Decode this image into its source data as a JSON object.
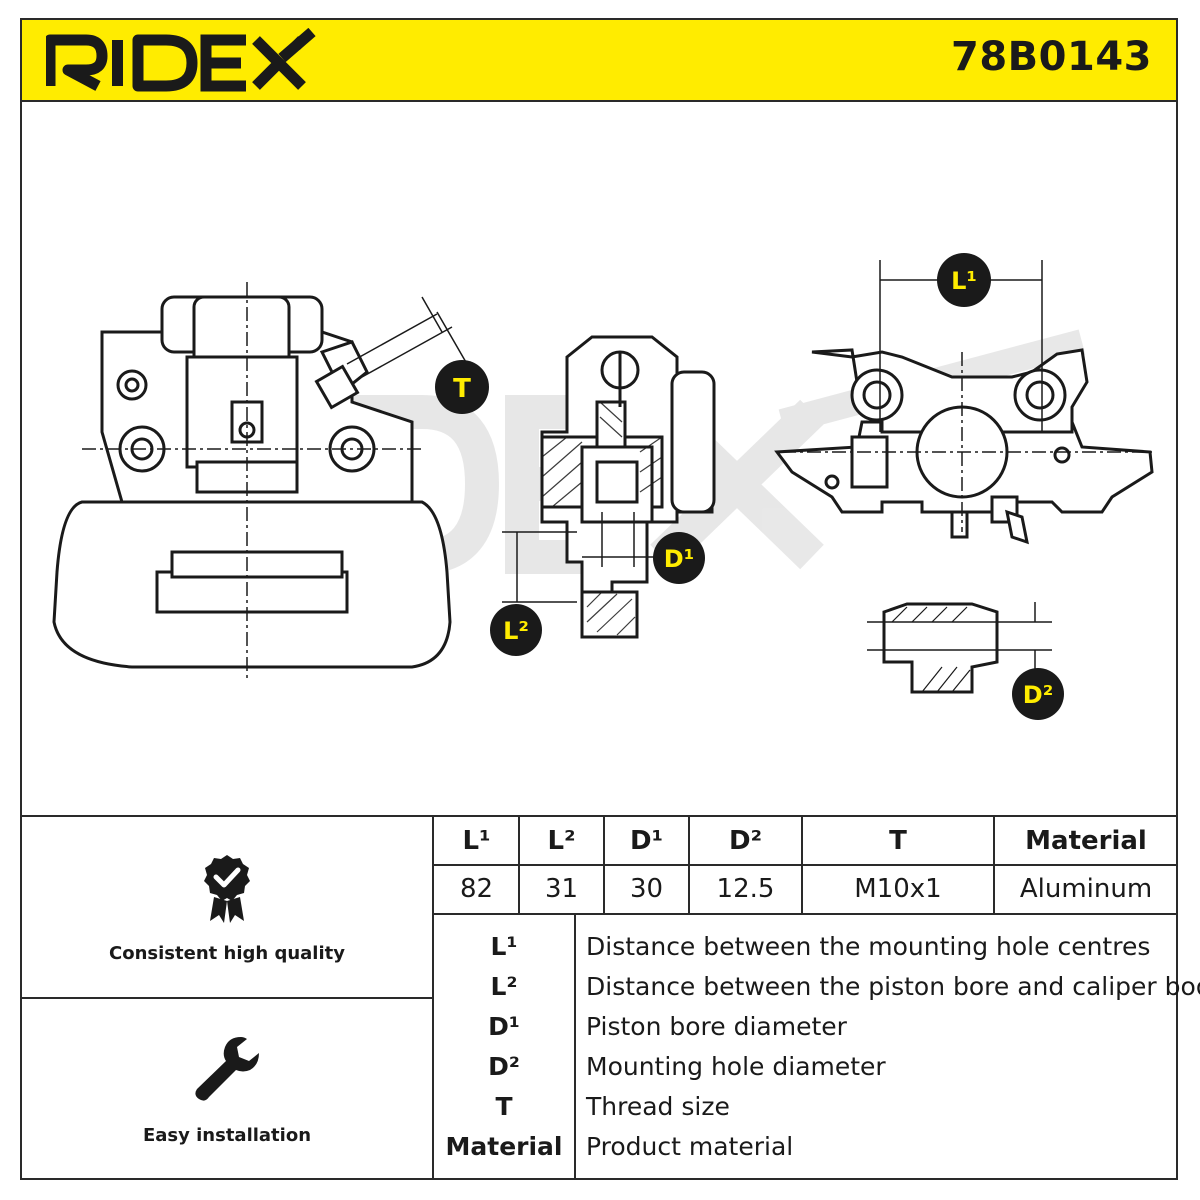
{
  "brand": {
    "logo_text": "RIDEX",
    "part_number": "78B0143",
    "accent_color": "#ffec00",
    "ink_color": "#1a1a1a"
  },
  "diagram": {
    "watermark_text": "RIDEX",
    "badges": {
      "T": "T",
      "L1": "L¹",
      "L2": "L²",
      "D1": "D¹",
      "D2": "D²"
    }
  },
  "features": [
    {
      "label": "Consistent high quality",
      "icon": "quality-badge-icon"
    },
    {
      "label": "Easy installation",
      "icon": "wrench-icon"
    }
  ],
  "spec_table": {
    "headers": [
      "L¹",
      "L²",
      "D¹",
      "D²",
      "T",
      "Material"
    ],
    "values": [
      "82",
      "31",
      "30",
      "12.5",
      "M10x1",
      "Aluminum"
    ]
  },
  "legend": [
    {
      "symbol": "L¹",
      "description": "Distance between the mounting hole centres"
    },
    {
      "symbol": "L²",
      "description": "Distance between the piston bore and caliper body"
    },
    {
      "symbol": "D¹",
      "description": "Piston bore diameter"
    },
    {
      "symbol": "D²",
      "description": "Mounting hole diameter"
    },
    {
      "symbol": "T",
      "description": "Thread size"
    },
    {
      "symbol": "Material",
      "description": "Product material"
    }
  ]
}
